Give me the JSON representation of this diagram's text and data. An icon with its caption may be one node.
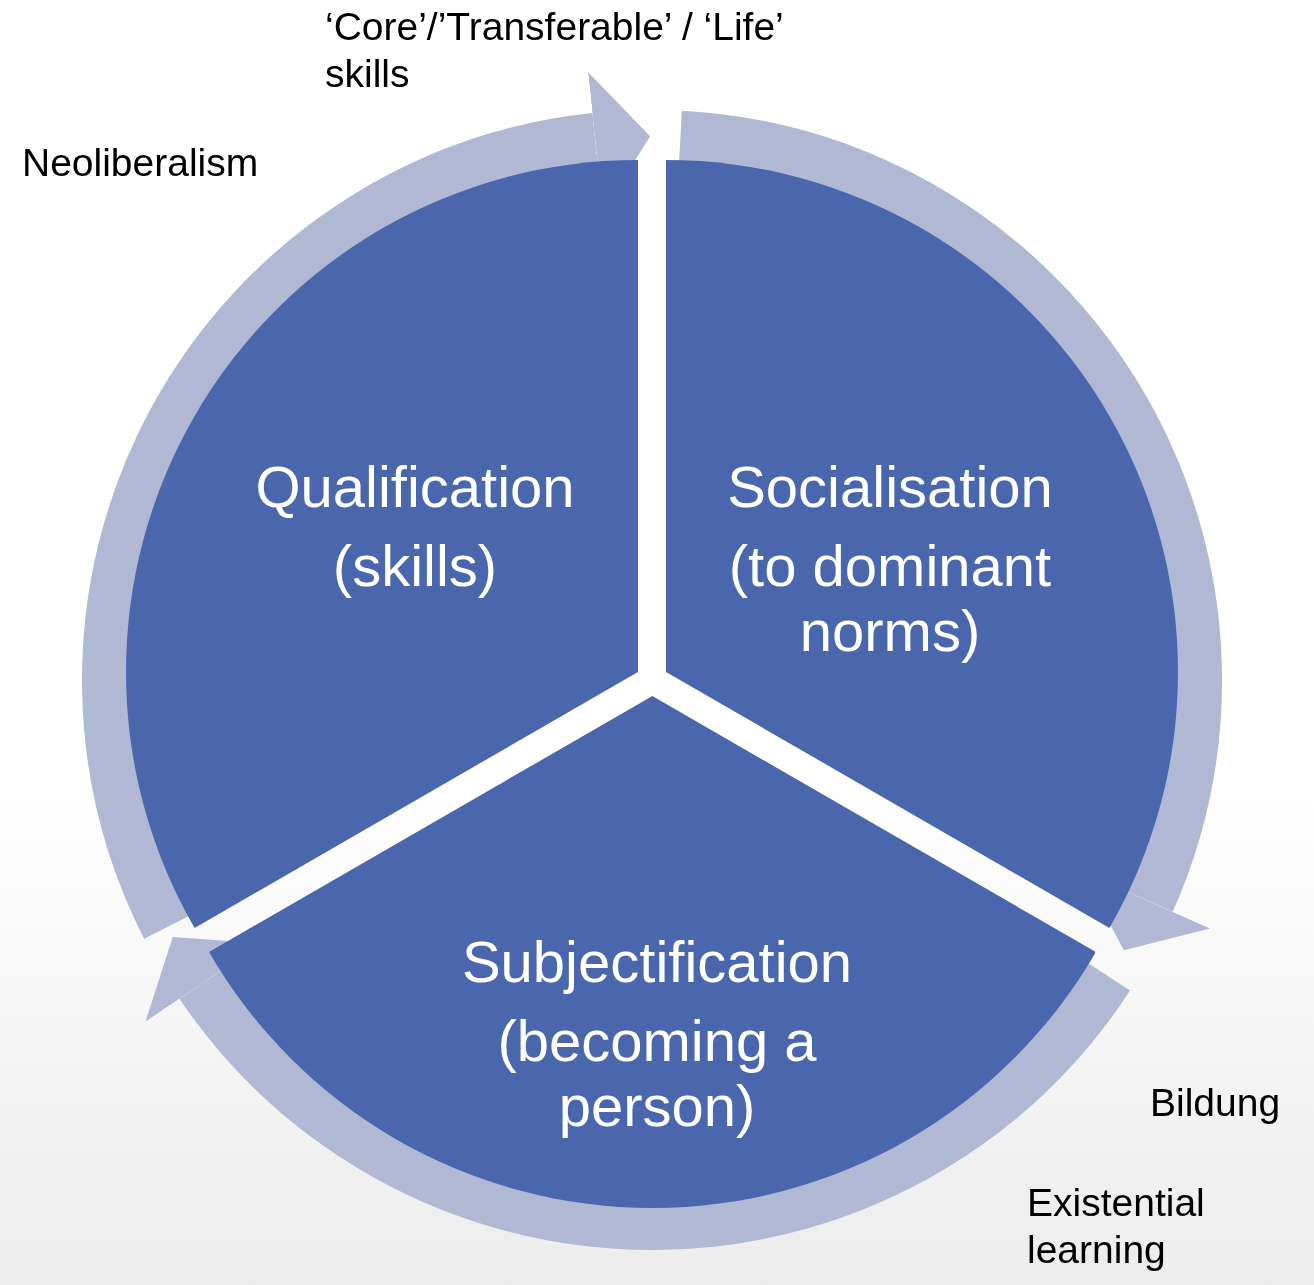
{
  "diagram": {
    "nodes": [
      {
        "text": [
          "Qualification",
          "(skills)"
        ]
      },
      {
        "text": [
          "Socialisation",
          "(to dominant norms)"
        ]
      },
      {
        "text": [
          "Subjectification",
          "(becoming a person)"
        ]
      }
    ],
    "labels": [
      "‘Core’/’Transferable’ / ‘Life’ skills",
      "Neoliberalism",
      "Bildung",
      "Existential learning"
    ]
  }
}
